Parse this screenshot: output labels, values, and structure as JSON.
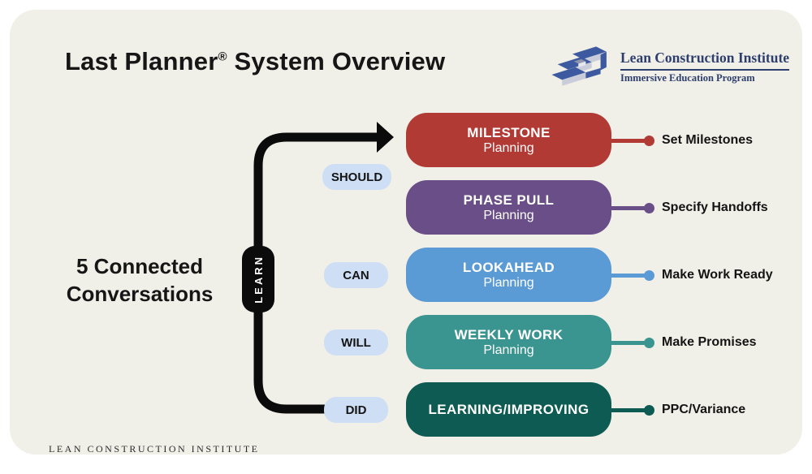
{
  "header": {
    "title_main": "Last Planner",
    "title_reg": "®",
    "title_rest": " System Overview"
  },
  "logo": {
    "org": "Lean Construction Institute",
    "program": "Immersive Education Program",
    "navy": "#2E3F6E",
    "mark_blue": "#3D5AA0",
    "mark_gray": "#C9CDD9"
  },
  "left_label": {
    "line1": "5 Connected",
    "line2": "Conversations"
  },
  "learn_label": "LEARN",
  "pills": [
    {
      "label": "SHOULD"
    },
    {
      "label": "CAN"
    },
    {
      "label": "WILL"
    },
    {
      "label": "DID"
    }
  ],
  "rows": [
    {
      "title": "MILESTONE",
      "subtitle": "Planning",
      "color": "#B13A35",
      "connector_label": "Set Milestones"
    },
    {
      "title": "PHASE PULL",
      "subtitle": "Planning",
      "color": "#6A4E88",
      "connector_label": "Specify Handoffs"
    },
    {
      "title": "LOOKAHEAD",
      "subtitle": "Planning",
      "color": "#5B9BD5",
      "connector_label": "Make Work Ready"
    },
    {
      "title": "WEEKLY WORK",
      "subtitle": "Planning",
      "color": "#3A948F",
      "connector_label": "Make Promises"
    },
    {
      "title": "LEARNING/IMPROVING",
      "subtitle": "",
      "color": "#0D5B52",
      "connector_label": "PPC/Variance"
    }
  ],
  "footer": "LEAN CONSTRUCTION INSTITUTE",
  "colors": {
    "background": "#F0EFE8",
    "pill_bg": "#CEDFF5",
    "line_black": "#0B0B0B"
  }
}
